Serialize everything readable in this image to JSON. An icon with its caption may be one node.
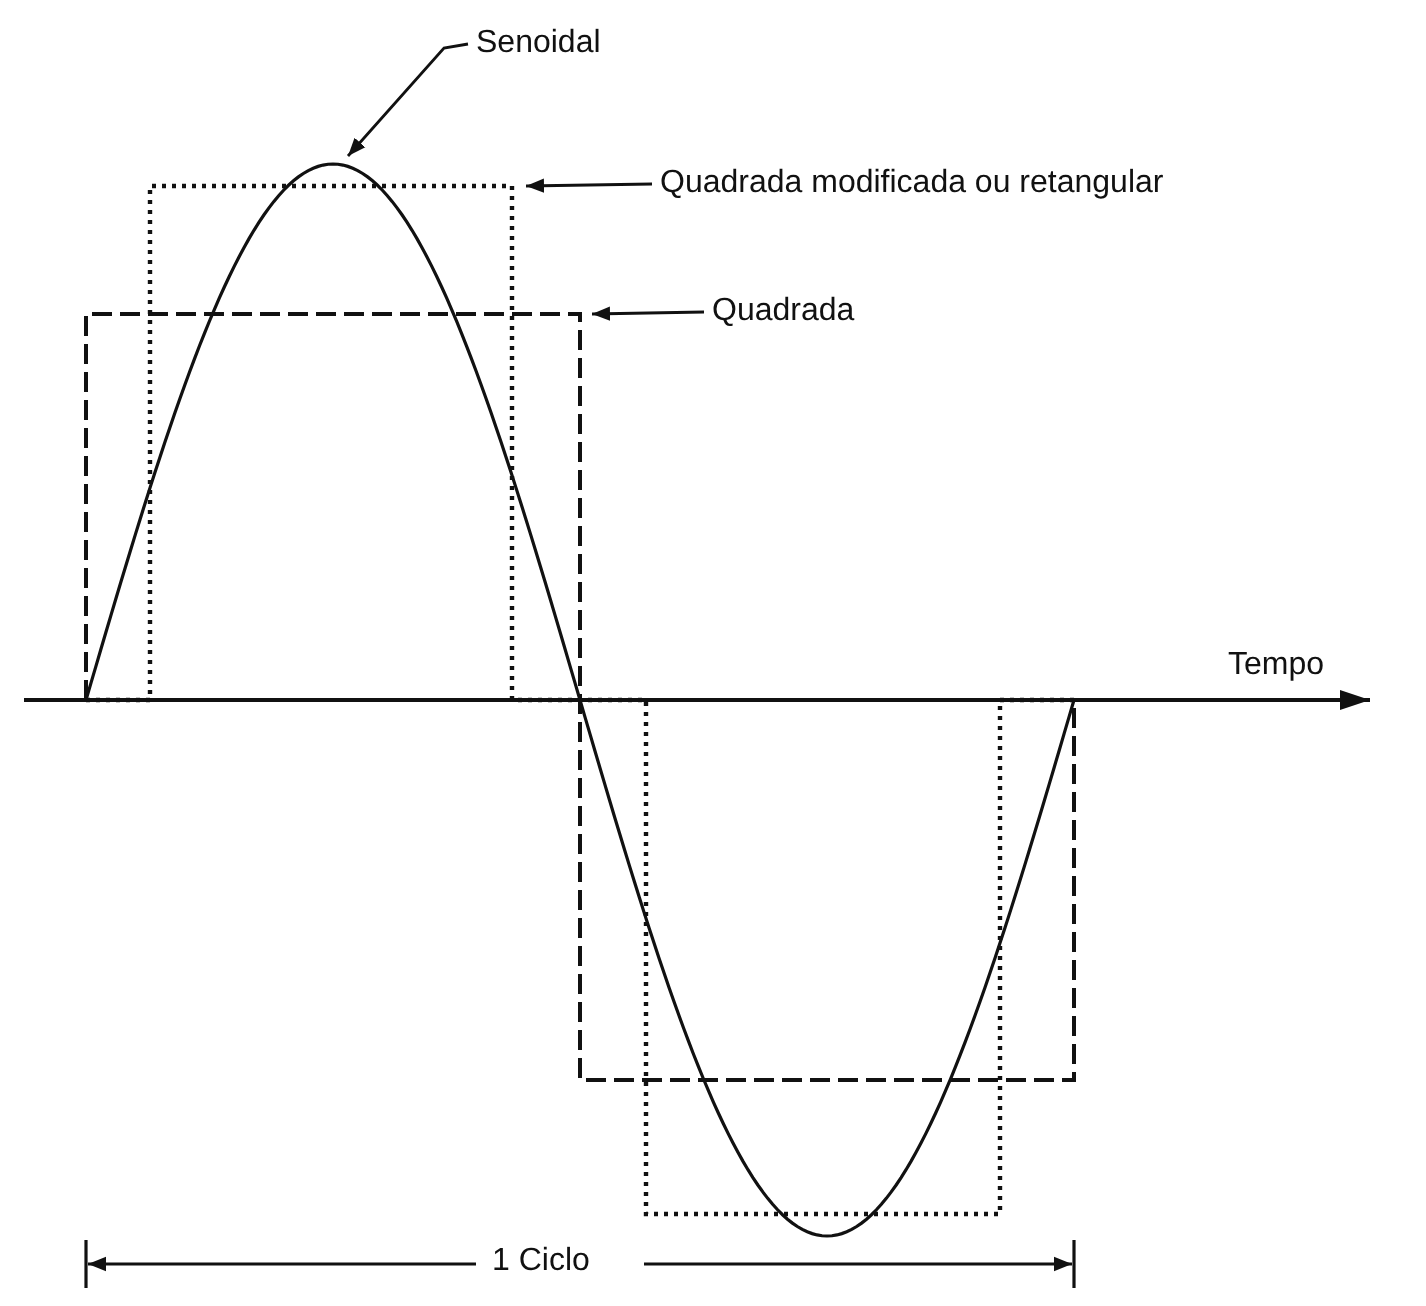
{
  "diagram": {
    "nodes": [
      {
        "text": [
          "Senoidal"
        ]
      },
      {
        "text": [
          "Quadrada modificada ou retangular"
        ]
      },
      {
        "text": [
          "Quadrada"
        ]
      }
    ],
    "edges": [
      {
        "from": 0,
        "to": null,
        "arrow": "to"
      },
      {
        "from": 1,
        "to": null,
        "arrow": "to"
      },
      {
        "from": 2,
        "to": null,
        "arrow": "to"
      }
    ],
    "labels": [
      "Tempo",
      "1 Ciclo"
    ]
  }
}
